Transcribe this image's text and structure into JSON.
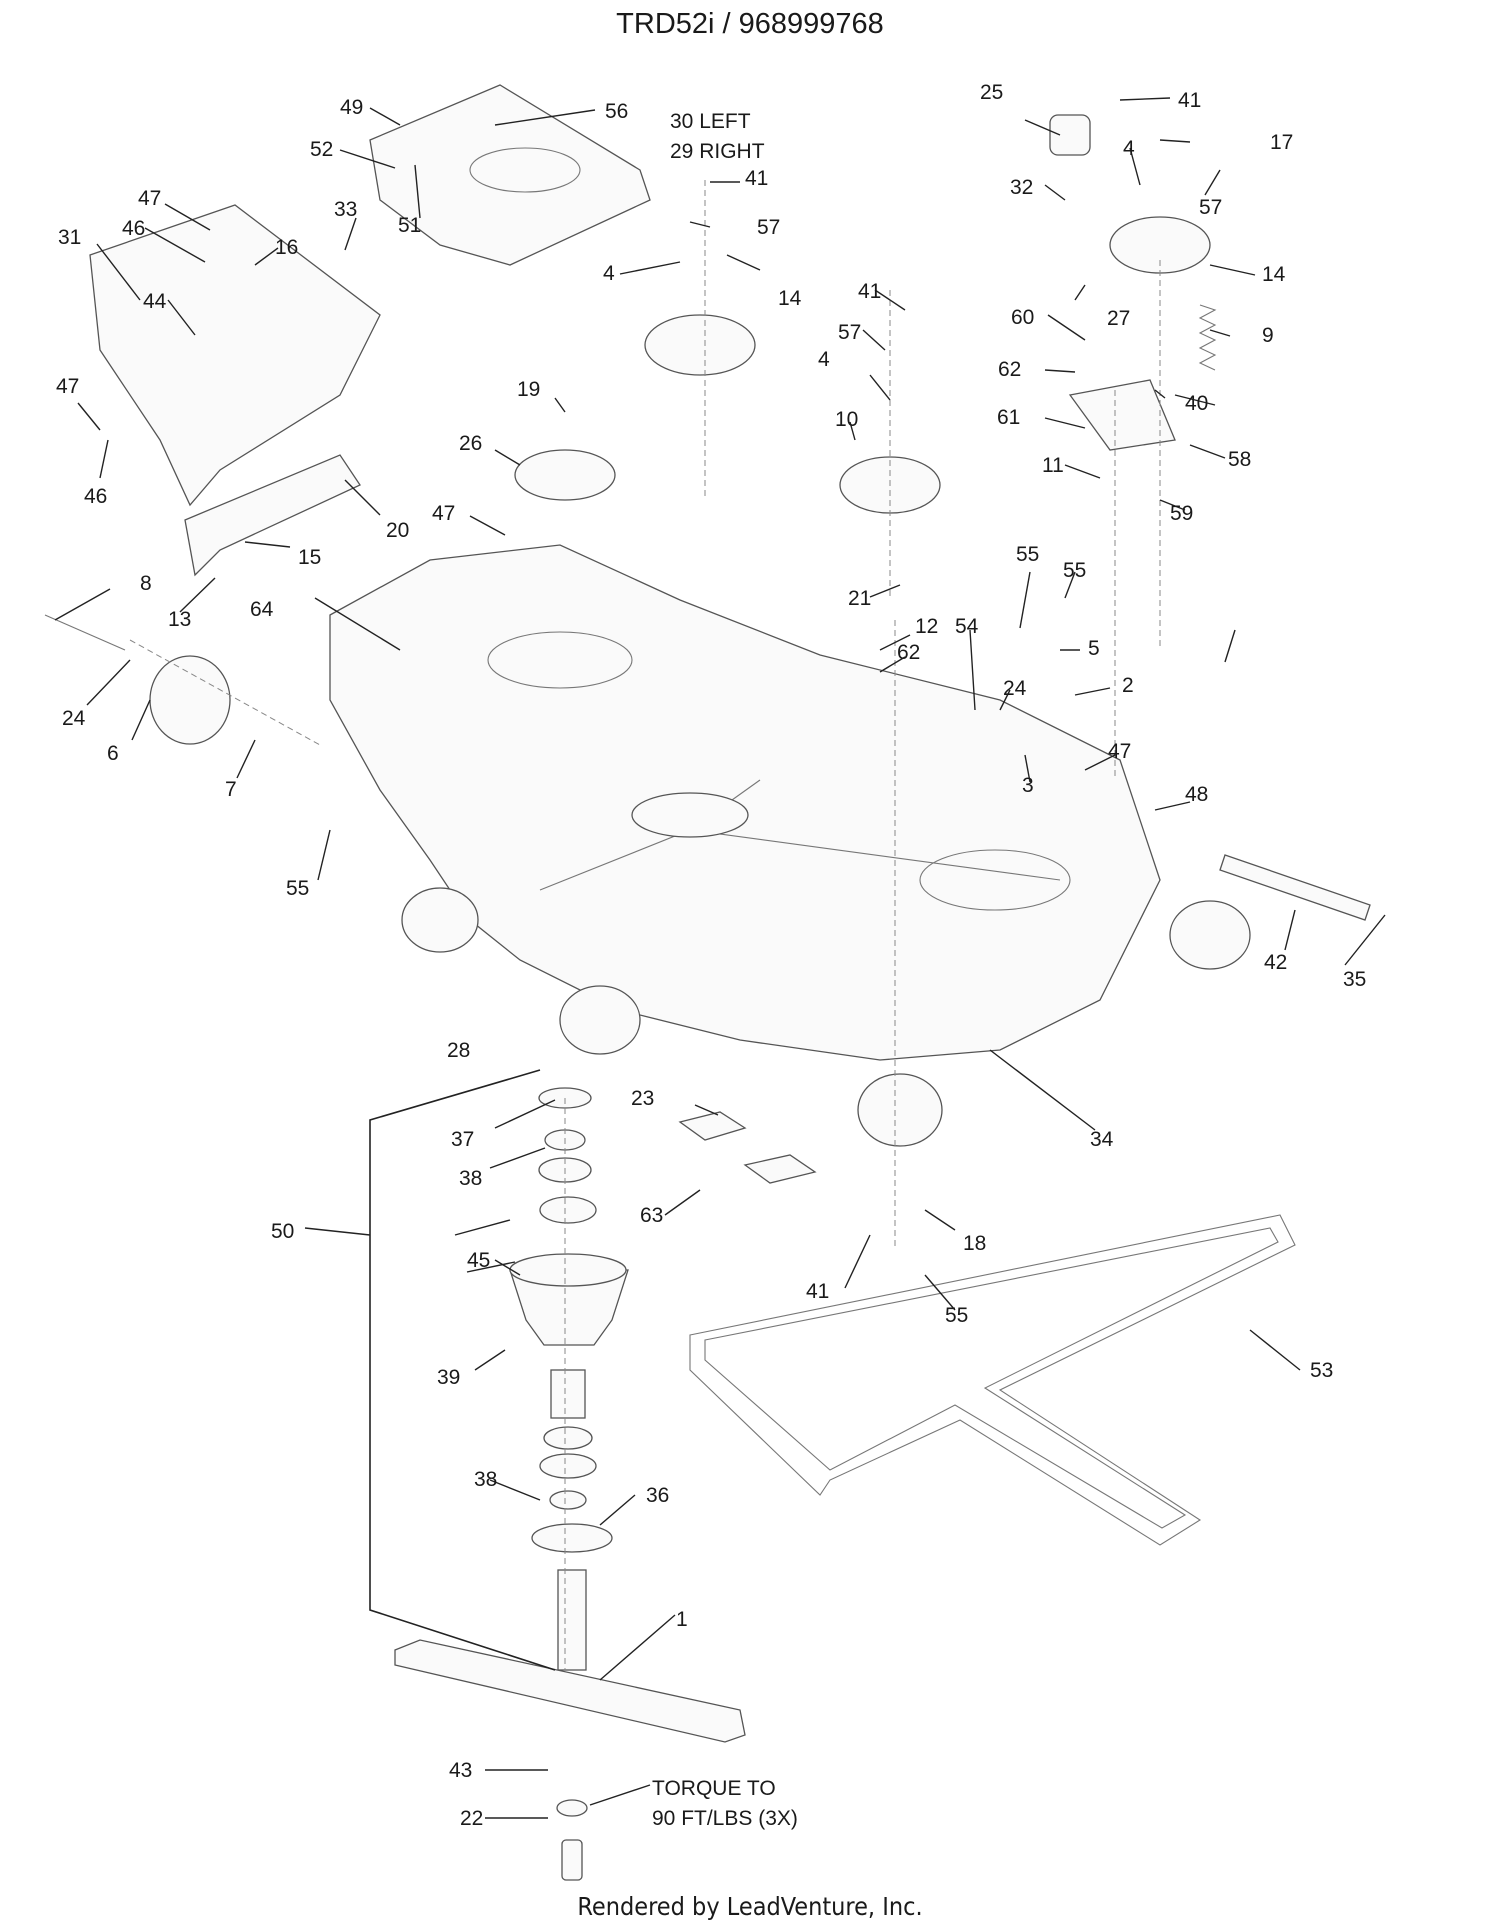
{
  "title": "TRD52i / 968999768",
  "footer": "Rendered by LeadVenture, Inc.",
  "notes": {
    "deflector_left": "30 LEFT",
    "deflector_right": "29 RIGHT",
    "torque_line1": "TORQUE TO",
    "torque_line2": "90 FT/LBS (3X)"
  },
  "callouts": [
    "1",
    "2",
    "3",
    "4",
    "5",
    "6",
    "7",
    "8",
    "9",
    "10",
    "11",
    "12",
    "13",
    "14",
    "15",
    "16",
    "17",
    "18",
    "19",
    "20",
    "21",
    "22",
    "23",
    "24",
    "25",
    "26",
    "27",
    "28",
    "31",
    "32",
    "33",
    "34",
    "35",
    "36",
    "37",
    "38",
    "39",
    "40",
    "41",
    "42",
    "43",
    "44",
    "45",
    "46",
    "47",
    "48",
    "49",
    "50",
    "51",
    "52",
    "53",
    "54",
    "55",
    "56",
    "57",
    "58",
    "59",
    "60",
    "61",
    "62",
    "63",
    "64"
  ]
}
